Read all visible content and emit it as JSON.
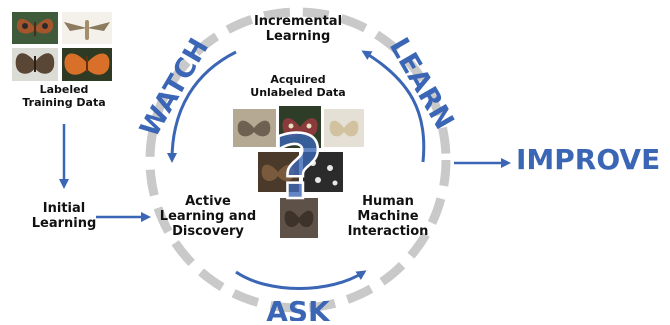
{
  "labels": {
    "labeled_training_data": [
      "Labeled",
      "Training Data"
    ],
    "initial_learning": [
      "Initial",
      "Learning"
    ],
    "incremental_learning": [
      "Incremental",
      "Learning"
    ],
    "acquired_unlabeled_data": [
      "Acquired",
      "Unlabeled Data"
    ],
    "active_learning": [
      "Active",
      "Learning and",
      "Discovery"
    ],
    "human_machine": [
      "Human",
      "Machine",
      "Interaction"
    ],
    "watch": "WATCH",
    "learn": "LEARN",
    "ask": "ASK",
    "improve": "IMPROVE",
    "question_mark": "?"
  },
  "colors": {
    "accent": "#3b66b5",
    "ring": "#c9c9c9",
    "text": "#111111"
  },
  "icons": {
    "labeled_moths": [
      "moth-photo-brown-eyespot",
      "moth-photo-pale-sphinx",
      "moth-photo-dark-brown",
      "moth-photo-orange"
    ],
    "unlabeled_moths": [
      "moth-photo-gray-on-wood",
      "moth-photo-red-dark",
      "moth-photo-pale-on-siding",
      "moth-photo-dark-blotched",
      "moth-photo-black-spotted",
      "moth-photo-on-bark"
    ]
  }
}
